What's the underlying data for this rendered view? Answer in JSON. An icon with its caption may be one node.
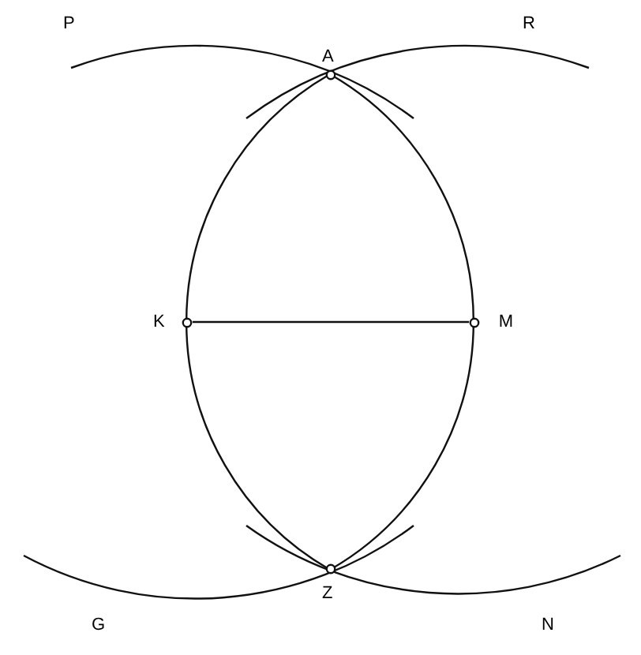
{
  "diagram": {
    "nodes": [
      {
        "text": [
          "K"
        ]
      },
      {
        "text": [
          "M"
        ]
      }
    ],
    "edges": [
      {
        "from": 0,
        "to": 1,
        "arrow": "none"
      }
    ],
    "labels": [
      "P",
      "A",
      "R",
      "G",
      "Z",
      "N"
    ]
  }
}
